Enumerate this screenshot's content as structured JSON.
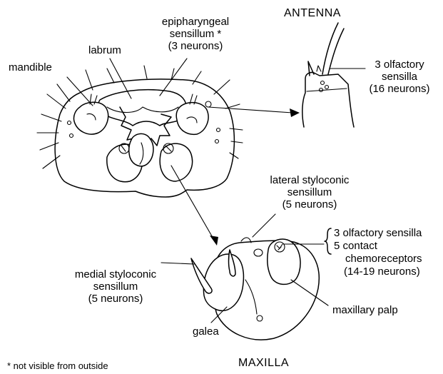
{
  "titles": {
    "antenna": "ANTENNA",
    "maxilla": "MAXILLA"
  },
  "labels": {
    "mandible": "mandible",
    "labrum": "labrum",
    "epipharyngeal": [
      "epipharyngeal",
      "sensillum *",
      "(3 neurons)"
    ],
    "antenna_sensilla": [
      "3 olfactory",
      "sensilla",
      "(16 neurons)"
    ],
    "lateral_styloconic": [
      "lateral styloconic",
      "sensillum",
      "(5 neurons)"
    ],
    "palp_sensilla": [
      "3 olfactory sensilla",
      "5 contact",
      "chemoreceptors",
      "(14-19 neurons)"
    ],
    "medial_styloconic": [
      "medial styloconic",
      "sensillum",
      "(5 neurons)"
    ],
    "maxillary_palp": "maxillary palp",
    "galea": "galea"
  },
  "footnote": "* not visible from outside",
  "icons": [
    "head-capsule-illustration",
    "antenna-tip-illustration",
    "maxilla-illustration",
    "brace-icon"
  ]
}
